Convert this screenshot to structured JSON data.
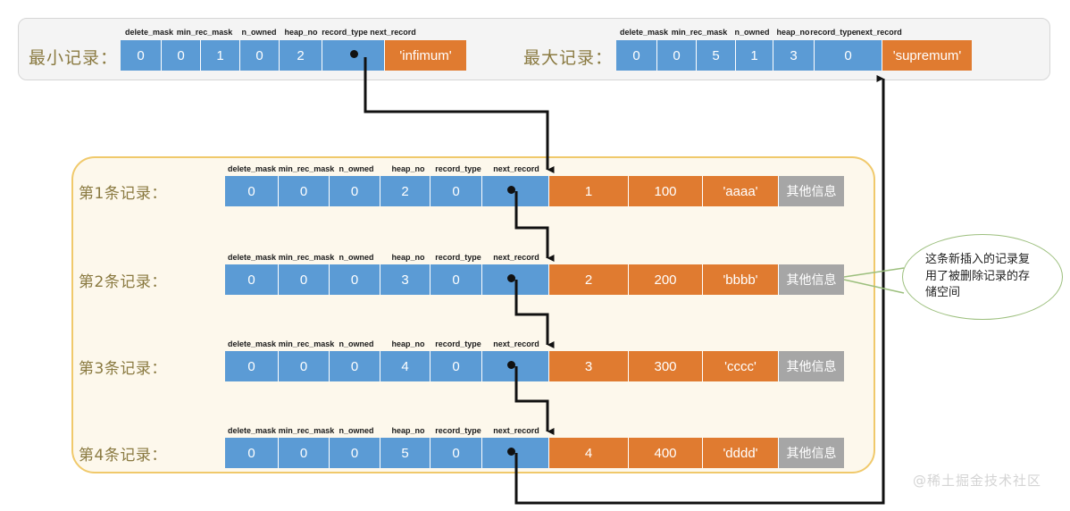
{
  "field_headers": [
    "delete_mask",
    "min_rec_mask",
    "n_owned",
    "heap_no",
    "record_type",
    "next_record"
  ],
  "top_panel": {
    "min_record": {
      "label": "最小记录：",
      "headers": [
        "delete_mask",
        "min_rec_mask",
        "n_owned",
        "heap_no",
        "record_type",
        "next_record"
      ],
      "values": [
        "0",
        "0",
        "1",
        "0",
        "2",
        ""
      ],
      "payload": "'infimum'"
    },
    "max_record": {
      "label": "最大记录：",
      "headers": [
        "delete_mask",
        "min_rec_mask",
        "n_owned",
        "heap_no",
        "record_type",
        "next_record"
      ],
      "values": [
        "0",
        "0",
        "5",
        "1",
        "3",
        "0"
      ],
      "payload": "'supremum'"
    }
  },
  "records": [
    {
      "label": "第1条记录：",
      "headers": [
        "delete_mask",
        "min_rec_mask",
        "n_owned",
        "heap_no",
        "record_type",
        "next_record"
      ],
      "values": [
        "0",
        "0",
        "0",
        "2",
        "0",
        ""
      ],
      "columns": [
        "1",
        "100",
        "'aaaa'"
      ],
      "other": "其他信息"
    },
    {
      "label": "第2条记录：",
      "headers": [
        "delete_mask",
        "min_rec_mask",
        "n_owned",
        "heap_no",
        "record_type",
        "next_record"
      ],
      "values": [
        "0",
        "0",
        "0",
        "3",
        "0",
        ""
      ],
      "columns": [
        "2",
        "200",
        "'bbbb'"
      ],
      "other": "其他信息"
    },
    {
      "label": "第3条记录：",
      "headers": [
        "delete_mask",
        "min_rec_mask",
        "n_owned",
        "heap_no",
        "record_type",
        "next_record"
      ],
      "values": [
        "0",
        "0",
        "0",
        "4",
        "0",
        ""
      ],
      "columns": [
        "3",
        "300",
        "'cccc'"
      ],
      "other": "其他信息"
    },
    {
      "label": "第4条记录：",
      "headers": [
        "delete_mask",
        "min_rec_mask",
        "n_owned",
        "heap_no",
        "record_type",
        "next_record"
      ],
      "values": [
        "0",
        "0",
        "0",
        "5",
        "0",
        ""
      ],
      "columns": [
        "4",
        "400",
        "'dddd'"
      ],
      "other": "其他信息"
    }
  ],
  "callout": {
    "text": "这条新插入的记录复用了被删除记录的存储空间"
  },
  "watermark": "@稀土掘金技术社区",
  "colors": {
    "header_blue": "#5b9bd5",
    "payload_orange": "#e07b30",
    "other_grey": "#a6a6a6",
    "panel_grey": "#f4f4f4",
    "panel_yellow_bg": "#fdf8ec",
    "panel_yellow_border": "#f0c96b",
    "label_olive": "#8a7a41",
    "callout_green": "#9cbf7d",
    "arrow_black": "#111111"
  }
}
